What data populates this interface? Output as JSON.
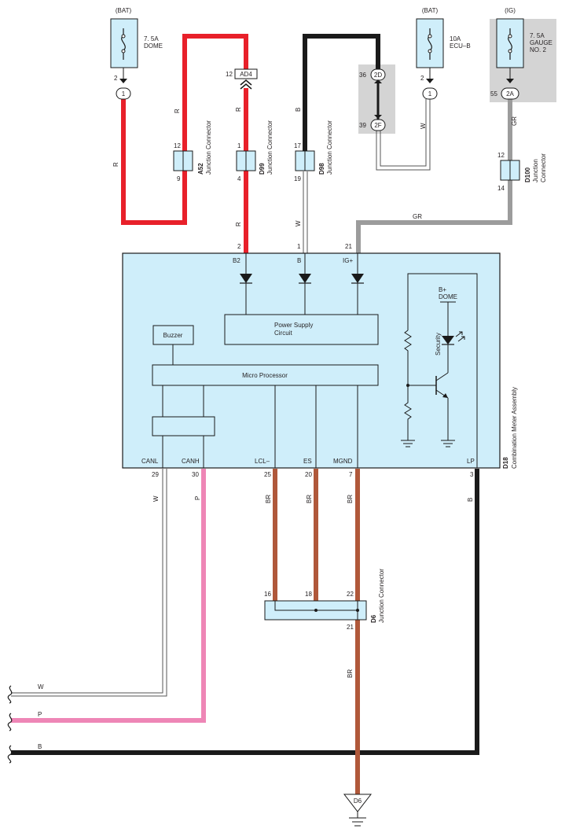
{
  "colors": {
    "red": "#e8202a",
    "black": "#1a1a1a",
    "gray_wire": "#9c9c9c",
    "pink": "#ee86b6",
    "brown": "#b0583a",
    "box_fill": "#cfeefa",
    "shade": "#d4d4d4"
  },
  "fuses": {
    "dome": {
      "source": "(BAT)",
      "label1": "7. 5A",
      "label2": "DOME",
      "pin_top": "2",
      "conn": "1"
    },
    "ecub": {
      "source": "(BAT)",
      "label1": "10A",
      "label2": "ECU–B",
      "pin_top": "2",
      "conn": "1"
    },
    "gauge": {
      "source": "(IG)",
      "label1": "7. 5A",
      "label2": "GAUGE",
      "label3": "NO. 2",
      "pin_top": "55",
      "conn": "2A"
    }
  },
  "connectors": {
    "ad4": {
      "pin": "12",
      "label": "AD4"
    },
    "c2d": {
      "pin": "36",
      "label": "2D"
    },
    "c2f": {
      "pin": "39",
      "label": "2F"
    },
    "a52": {
      "code": "A52",
      "name": "Junction Connector",
      "pin_top": "12",
      "pin_bottom": "9"
    },
    "d99": {
      "code": "D99",
      "name": "Junction Connector",
      "pin_top": "1",
      "pin_bottom": "4"
    },
    "d98": {
      "code": "D98",
      "name": "Junction Connector",
      "pin_top": "17",
      "pin_bottom": "19"
    },
    "d100": {
      "code": "D100",
      "name1": "Junction",
      "name2": "Connector",
      "pin_top": "12",
      "pin_bottom": "14"
    },
    "d6": {
      "code": "D6",
      "name": "Junction Connector",
      "pin_16": "16",
      "pin_18": "18",
      "pin_22": "22",
      "pin_21": "21"
    }
  },
  "wire_labels": {
    "R": "R",
    "B": "B",
    "W": "W",
    "GR": "GR",
    "P": "P",
    "BR": "BR"
  },
  "meter": {
    "code": "D18",
    "name": "Combination Meter Assembly",
    "top_pins": {
      "b2": {
        "num": "2",
        "name": "B2"
      },
      "b": {
        "num": "1",
        "name": "B"
      },
      "ig": {
        "num": "21",
        "name": "IG+"
      }
    },
    "bottom_pins": [
      {
        "num": "29",
        "name": "CANL"
      },
      {
        "num": "30",
        "name": "CANH"
      },
      {
        "num": "25",
        "name": "LCL–"
      },
      {
        "num": "20",
        "name": "ES"
      },
      {
        "num": "7",
        "name": "MGND"
      },
      {
        "num": "3",
        "name": "LP"
      }
    ],
    "power_supply_1": "Power Supply",
    "power_supply_2": "Circuit",
    "buzzer": "Buzzer",
    "micro_processor": "Micro Processor",
    "bplus": "B+",
    "dome": "DOME",
    "security": "Security"
  },
  "ground": {
    "label": "D6"
  }
}
